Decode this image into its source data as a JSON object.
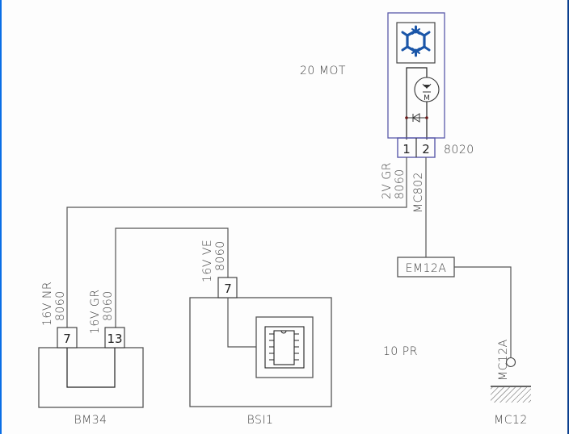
{
  "diagram": {
    "type": "wiring-schematic",
    "colors": {
      "frame_left": "#0a6ee6",
      "frame_right": "#0b3f8e",
      "fan_outline": "#5a5aaa",
      "snowflake": "#1b56a8"
    },
    "components": {
      "fan": {
        "id": "20 MOT",
        "connector": "8020",
        "pins": [
          "1",
          "2"
        ],
        "icon": "snowflake-icon"
      },
      "bm34": {
        "id": "BM34",
        "pins": [
          "7",
          "13"
        ]
      },
      "bsi": {
        "id": "BSI1",
        "pins": [
          "7"
        ]
      },
      "em12a": {
        "id": "EM12A"
      },
      "ground": {
        "id": "MC12"
      },
      "area": {
        "id": "10 PR"
      }
    },
    "wires": {
      "fan_pin1": {
        "gauge_color": "2V GR",
        "number": "8060"
      },
      "fan_pin2": {
        "number": "MC802"
      },
      "bm34_pin7": {
        "gauge_color": "16V NR",
        "number": "8060"
      },
      "bm34_pin13": {
        "gauge_color": "16V GR",
        "number": "8060"
      },
      "bsi_pin7": {
        "gauge_color": "16V VE",
        "number": "8060"
      },
      "ground_wire": {
        "number": "MC12A"
      }
    }
  }
}
